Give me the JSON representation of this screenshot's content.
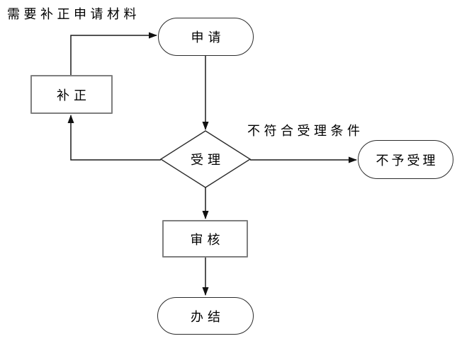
{
  "diagram": {
    "type": "flowchart",
    "background_color": "#ffffff",
    "line_color": "#1a1a1a",
    "stadium_border_color": "#2b2b2b",
    "rect_border_color": "#7f7f7f",
    "annotations": {
      "top_left_note": "需要补正申请材料",
      "reject_condition": "不符合受理条件"
    },
    "nodes": {
      "apply": {
        "label": "申请",
        "shape": "stadium"
      },
      "supplement": {
        "label": "补正",
        "shape": "rect"
      },
      "accept": {
        "label": "受理",
        "shape": "diamond"
      },
      "not_accepted": {
        "label": "不予受理",
        "shape": "stadium"
      },
      "review": {
        "label": "审核",
        "shape": "rect"
      },
      "complete": {
        "label": "办结",
        "shape": "stadium"
      }
    },
    "edges": [
      {
        "from": "apply",
        "to": "accept",
        "label": ""
      },
      {
        "from": "accept",
        "to": "not_accepted",
        "label": "不符合受理条件"
      },
      {
        "from": "accept",
        "to": "supplement",
        "label": "需要补正申请材料"
      },
      {
        "from": "supplement",
        "to": "apply",
        "label": ""
      },
      {
        "from": "accept",
        "to": "review",
        "label": ""
      },
      {
        "from": "review",
        "to": "complete",
        "label": ""
      }
    ]
  }
}
